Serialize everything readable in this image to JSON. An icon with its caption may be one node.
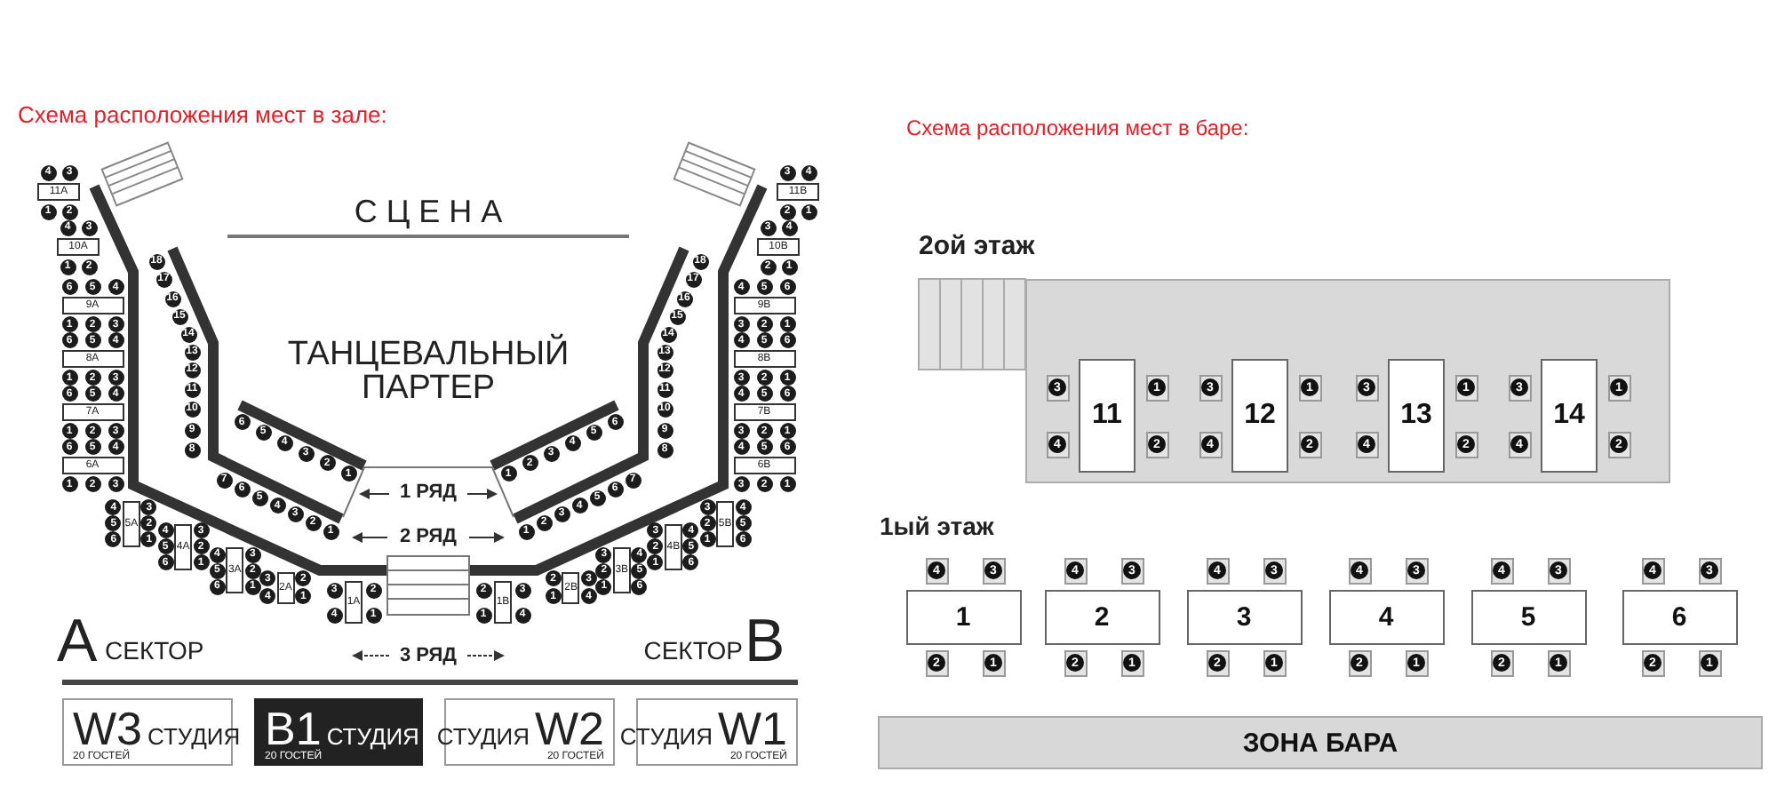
{
  "diagram": {
    "nodes": [
      {
        "text": [
          "11A"
        ]
      },
      {
        "text": [
          "4"
        ]
      },
      {
        "text": [
          "3"
        ]
      },
      {
        "text": [
          "1"
        ]
      },
      {
        "text": [
          "2"
        ]
      },
      {
        "text": [
          "10A"
        ]
      },
      {
        "text": [
          "4"
        ]
      },
      {
        "text": [
          "3"
        ]
      },
      {
        "text": [
          "1"
        ]
      },
      {
        "text": [
          "2"
        ]
      },
      {
        "text": [
          "9A"
        ]
      },
      {
        "text": [
          "6"
        ]
      },
      {
        "text": [
          "5"
        ]
      },
      {
        "text": [
          "4"
        ]
      },
      {
        "text": [
          "1"
        ]
      },
      {
        "text": [
          "2"
        ]
      },
      {
        "text": [
          "3"
        ]
      },
      {
        "text": [
          "8A"
        ]
      },
      {
        "text": [
          "6"
        ]
      },
      {
        "text": [
          "5"
        ]
      },
      {
        "text": [
          "4"
        ]
      },
      {
        "text": [
          "1"
        ]
      },
      {
        "text": [
          "2"
        ]
      },
      {
        "text": [
          "3"
        ]
      },
      {
        "text": [
          "7A"
        ]
      },
      {
        "text": [
          "6"
        ]
      },
      {
        "text": [
          "5"
        ]
      },
      {
        "text": [
          "4"
        ]
      },
      {
        "text": [
          "1"
        ]
      },
      {
        "text": [
          "2"
        ]
      },
      {
        "text": [
          "3"
        ]
      },
      {
        "text": [
          "6A"
        ]
      },
      {
        "text": [
          "6"
        ]
      },
      {
        "text": [
          "5"
        ]
      },
      {
        "text": [
          "4"
        ]
      },
      {
        "text": [
          "1"
        ]
      },
      {
        "text": [
          "2"
        ]
      },
      {
        "text": [
          "3"
        ]
      },
      {
        "text": [
          "5A"
        ]
      },
      {
        "text": [
          "4"
        ]
      },
      {
        "text": [
          "5"
        ]
      },
      {
        "text": [
          "6"
        ]
      },
      {
        "text": [
          "3"
        ]
      },
      {
        "text": [
          "2"
        ]
      },
      {
        "text": [
          "1"
        ]
      },
      {
        "text": [
          "4A"
        ]
      },
      {
        "text": [
          "4"
        ]
      },
      {
        "text": [
          "5"
        ]
      },
      {
        "text": [
          "6"
        ]
      },
      {
        "text": [
          "3"
        ]
      },
      {
        "text": [
          "2"
        ]
      },
      {
        "text": [
          "1"
        ]
      },
      {
        "text": [
          "3A"
        ]
      },
      {
        "text": [
          "4"
        ]
      },
      {
        "text": [
          "5"
        ]
      },
      {
        "text": [
          "6"
        ]
      },
      {
        "text": [
          "3"
        ]
      },
      {
        "text": [
          "2"
        ]
      },
      {
        "text": [
          "1"
        ]
      },
      {
        "text": [
          "2A"
        ]
      },
      {
        "text": [
          "3"
        ]
      },
      {
        "text": [
          "4"
        ]
      },
      {
        "text": [
          "2"
        ]
      },
      {
        "text": [
          "1"
        ]
      },
      {
        "text": [
          "1A"
        ]
      },
      {
        "text": [
          "3"
        ]
      },
      {
        "text": [
          "4"
        ]
      },
      {
        "text": [
          "2"
        ]
      },
      {
        "text": [
          "1"
        ]
      },
      {
        "text": [
          "18"
        ]
      },
      {
        "text": [
          "17"
        ]
      },
      {
        "text": [
          "16"
        ]
      },
      {
        "text": [
          "15"
        ]
      },
      {
        "text": [
          "14"
        ]
      },
      {
        "text": [
          "13"
        ]
      },
      {
        "text": [
          "12"
        ]
      },
      {
        "text": [
          "11"
        ]
      },
      {
        "text": [
          "10"
        ]
      },
      {
        "text": [
          "9"
        ]
      },
      {
        "text": [
          "8"
        ]
      },
      {
        "text": [
          "7"
        ]
      },
      {
        "text": [
          "6"
        ]
      },
      {
        "text": [
          "5"
        ]
      },
      {
        "text": [
          "4"
        ]
      },
      {
        "text": [
          "3"
        ]
      },
      {
        "text": [
          "2"
        ]
      },
      {
        "text": [
          "1"
        ]
      },
      {
        "text": [
          "6"
        ]
      },
      {
        "text": [
          "5"
        ]
      },
      {
        "text": [
          "4"
        ]
      },
      {
        "text": [
          "3"
        ]
      },
      {
        "text": [
          "2"
        ]
      },
      {
        "text": [
          "1"
        ]
      },
      {
        "text": [
          "6"
        ]
      },
      {
        "text": [
          "5"
        ]
      },
      {
        "text": [
          "4"
        ]
      },
      {
        "text": [
          "3"
        ]
      },
      {
        "text": [
          "2"
        ]
      },
      {
        "text": [
          "1"
        ]
      },
      {
        "text": [
          "18"
        ]
      },
      {
        "text": [
          "17"
        ]
      },
      {
        "text": [
          "16"
        ]
      },
      {
        "text": [
          "15"
        ]
      },
      {
        "text": [
          "14"
        ]
      },
      {
        "text": [
          "13"
        ]
      },
      {
        "text": [
          "12"
        ]
      },
      {
        "text": [
          "11"
        ]
      },
      {
        "text": [
          "10"
        ]
      },
      {
        "text": [
          "9"
        ]
      },
      {
        "text": [
          "8"
        ]
      },
      {
        "text": [
          "7"
        ]
      },
      {
        "text": [
          "6"
        ]
      },
      {
        "text": [
          "5"
        ]
      },
      {
        "text": [
          "4"
        ]
      },
      {
        "text": [
          "3"
        ]
      },
      {
        "text": [
          "2"
        ]
      },
      {
        "text": [
          "1"
        ]
      },
      {
        "text": [
          "11B"
        ]
      },
      {
        "text": [
          "4"
        ]
      },
      {
        "text": [
          "3"
        ]
      },
      {
        "text": [
          "1"
        ]
      },
      {
        "text": [
          "2"
        ]
      },
      {
        "text": [
          "10B"
        ]
      },
      {
        "text": [
          "4"
        ]
      },
      {
        "text": [
          "3"
        ]
      },
      {
        "text": [
          "1"
        ]
      },
      {
        "text": [
          "2"
        ]
      },
      {
        "text": [
          "9B"
        ]
      },
      {
        "text": [
          "6"
        ]
      },
      {
        "text": [
          "5"
        ]
      },
      {
        "text": [
          "4"
        ]
      },
      {
        "text": [
          "1"
        ]
      },
      {
        "text": [
          "2"
        ]
      },
      {
        "text": [
          "3"
        ]
      },
      {
        "text": [
          "8B"
        ]
      },
      {
        "text": [
          "6"
        ]
      },
      {
        "text": [
          "5"
        ]
      },
      {
        "text": [
          "4"
        ]
      },
      {
        "text": [
          "1"
        ]
      },
      {
        "text": [
          "2"
        ]
      },
      {
        "text": [
          "3"
        ]
      },
      {
        "text": [
          "7B"
        ]
      },
      {
        "text": [
          "6"
        ]
      },
      {
        "text": [
          "5"
        ]
      },
      {
        "text": [
          "4"
        ]
      },
      {
        "text": [
          "1"
        ]
      },
      {
        "text": [
          "2"
        ]
      },
      {
        "text": [
          "3"
        ]
      },
      {
        "text": [
          "6B"
        ]
      },
      {
        "text": [
          "6"
        ]
      },
      {
        "text": [
          "5"
        ]
      },
      {
        "text": [
          "4"
        ]
      },
      {
        "text": [
          "1"
        ]
      },
      {
        "text": [
          "2"
        ]
      },
      {
        "text": [
          "3"
        ]
      },
      {
        "text": [
          "5B"
        ]
      },
      {
        "text": [
          "4"
        ]
      },
      {
        "text": [
          "5"
        ]
      },
      {
        "text": [
          "6"
        ]
      },
      {
        "text": [
          "3"
        ]
      },
      {
        "text": [
          "2"
        ]
      },
      {
        "text": [
          "1"
        ]
      },
      {
        "text": [
          "4B"
        ]
      },
      {
        "text": [
          "4"
        ]
      },
      {
        "text": [
          "5"
        ]
      },
      {
        "text": [
          "6"
        ]
      },
      {
        "text": [
          "3"
        ]
      },
      {
        "text": [
          "2"
        ]
      },
      {
        "text": [
          "1"
        ]
      },
      {
        "text": [
          "3B"
        ]
      },
      {
        "text": [
          "4"
        ]
      },
      {
        "text": [
          "5"
        ]
      },
      {
        "text": [
          "6"
        ]
      },
      {
        "text": [
          "3"
        ]
      },
      {
        "text": [
          "2"
        ]
      },
      {
        "text": [
          "1"
        ]
      },
      {
        "text": [
          "2B"
        ]
      },
      {
        "text": [
          "3"
        ]
      },
      {
        "text": [
          "4"
        ]
      },
      {
        "text": [
          "2"
        ]
      },
      {
        "text": [
          "1"
        ]
      },
      {
        "text": [
          "1B"
        ]
      },
      {
        "text": [
          "3"
        ]
      },
      {
        "text": [
          "4"
        ]
      },
      {
        "text": [
          "2"
        ]
      },
      {
        "text": [
          "1"
        ]
      },
      {
        "text": [
          "W3",
          "СТУДИЯ",
          "20 ГОСТЕЙ"
        ]
      },
      {
        "text": [
          "B1",
          "СТУДИЯ",
          "20 ГОСТЕЙ"
        ]
      },
      {
        "text": [
          "СТУДИЯ",
          "W2",
          "20 ГОСТЕЙ"
        ]
      },
      {
        "text": [
          "СТУДИЯ",
          "W1",
          "20 ГОСТЕЙ"
        ]
      },
      {
        "text": [],
        "shape": "box"
      },
      {
        "text": [
          "11"
        ],
        "in": 190
      },
      {
        "text": [
          "3"
        ],
        "in": 190
      },
      {
        "text": [
          "4"
        ],
        "in": 190
      },
      {
        "text": [
          "1"
        ],
        "in": 190
      },
      {
        "text": [
          "2"
        ],
        "in": 190
      },
      {
        "text": [
          "12"
        ],
        "in": 190
      },
      {
        "text": [
          "3"
        ],
        "in": 190
      },
      {
        "text": [
          "4"
        ],
        "in": 190
      },
      {
        "text": [
          "1"
        ],
        "in": 190
      },
      {
        "text": [
          "2"
        ],
        "in": 190
      },
      {
        "text": [
          "13"
        ],
        "in": 190
      },
      {
        "text": [
          "3"
        ],
        "in": 190
      },
      {
        "text": [
          "4"
        ],
        "in": 190
      },
      {
        "text": [
          "1"
        ],
        "in": 190
      },
      {
        "text": [
          "2"
        ],
        "in": 190
      },
      {
        "text": [
          "14"
        ],
        "in": 190
      },
      {
        "text": [
          "3"
        ],
        "in": 190
      },
      {
        "text": [
          "4"
        ],
        "in": 190
      },
      {
        "text": [
          "1"
        ],
        "in": 190
      },
      {
        "text": [
          "2"
        ],
        "in": 190
      },
      {
        "text": [
          "1"
        ]
      },
      {
        "text": [
          "4"
        ]
      },
      {
        "text": [
          "3"
        ]
      },
      {
        "text": [
          "2"
        ]
      },
      {
        "text": [
          "1"
        ]
      },
      {
        "text": [
          "2"
        ]
      },
      {
        "text": [
          "4"
        ]
      },
      {
        "text": [
          "3"
        ]
      },
      {
        "text": [
          "2"
        ]
      },
      {
        "text": [
          "1"
        ]
      },
      {
        "text": [
          "3"
        ]
      },
      {
        "text": [
          "4"
        ]
      },
      {
        "text": [
          "3"
        ]
      },
      {
        "text": [
          "2"
        ]
      },
      {
        "text": [
          "1"
        ]
      },
      {
        "text": [
          "4"
        ]
      },
      {
        "text": [
          "4"
        ]
      },
      {
        "text": [
          "3"
        ]
      },
      {
        "text": [
          "2"
        ]
      },
      {
        "text": [
          "1"
        ]
      },
      {
        "text": [
          "5"
        ]
      },
      {
        "text": [
          "4"
        ]
      },
      {
        "text": [
          "3"
        ]
      },
      {
        "text": [
          "2"
        ]
      },
      {
        "text": [
          "1"
        ]
      },
      {
        "text": [
          "6"
        ]
      },
      {
        "text": [
          "4"
        ]
      },
      {
        "text": [
          "3"
        ]
      },
      {
        "text": [
          "2"
        ]
      },
      {
        "text": [
          "1"
        ]
      },
      {
        "text": [
          "ЗОНА БАРА"
        ]
      }
    ],
    "labels": [
      "Схема расположения мест в зале:",
      "СЦЕНА",
      "ТАНЦЕВАЛЬНЫЙ ПАРТЕР",
      "1 РЯД",
      "2 РЯД",
      "A",
      "СЕКТОР",
      "3 РЯД",
      "СЕКТОР",
      "B",
      "Схема расположения мест в баре:",
      "2ой этаж",
      "1ый этаж"
    ]
  }
}
